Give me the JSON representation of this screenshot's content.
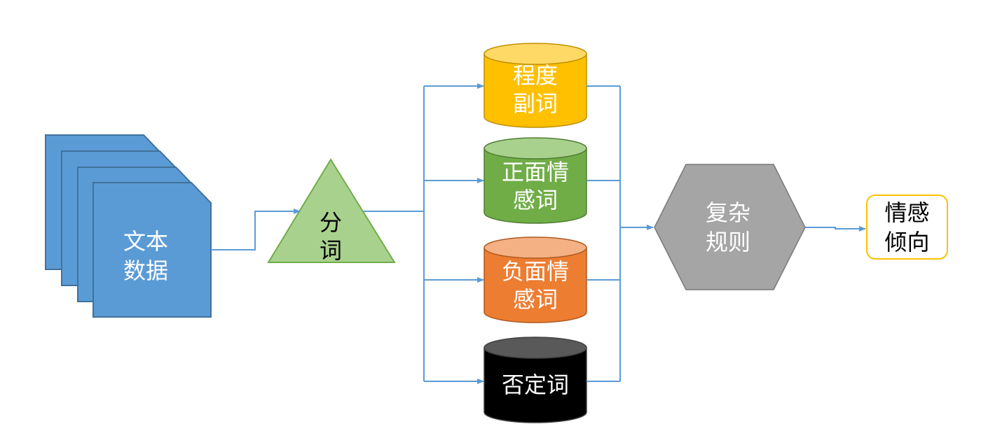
{
  "nodes": {
    "text_data": {
      "line1": "文本",
      "line2": "数据",
      "fill": "#5b9bd5",
      "stroke": "#41719c"
    },
    "segmentation": {
      "line1": "分",
      "line2": "词",
      "fill": "#a9d18e",
      "stroke": "#70ad47"
    },
    "degree_adverb": {
      "line1": "程度",
      "line2": "副词",
      "fill": "#ffc000",
      "top": "#ffd966",
      "stroke": "#bf9000"
    },
    "positive": {
      "line1": "正面情",
      "line2": "感词",
      "fill": "#70ad47",
      "top": "#a9d18e",
      "stroke": "#507e32"
    },
    "negative": {
      "line1": "负面情",
      "line2": "感词",
      "fill": "#ed7d31",
      "top": "#f4b183",
      "stroke": "#ae5a21"
    },
    "negation": {
      "line1": "否定词",
      "fill": "#000000",
      "top": "#595959",
      "stroke": "#404040"
    },
    "complex_rules": {
      "line1": "复杂",
      "line2": "规则",
      "fill": "#a5a5a5",
      "stroke": "#787878"
    },
    "sentiment": {
      "line1": "情感",
      "line2": "倾向",
      "fill": "#ffffff",
      "stroke": "#ffc000"
    }
  },
  "connector_color": "#5b9bd5"
}
